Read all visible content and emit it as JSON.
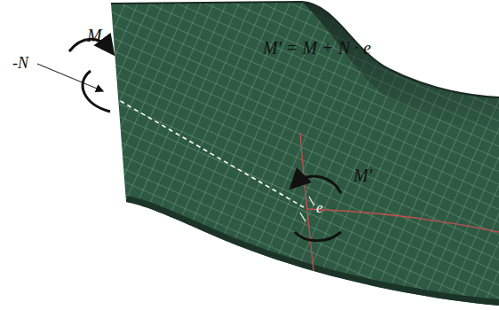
{
  "diagram": {
    "labels": [
      "M",
      "-N",
      "M′ = M + N · e",
      "M′",
      "e"
    ]
  }
}
